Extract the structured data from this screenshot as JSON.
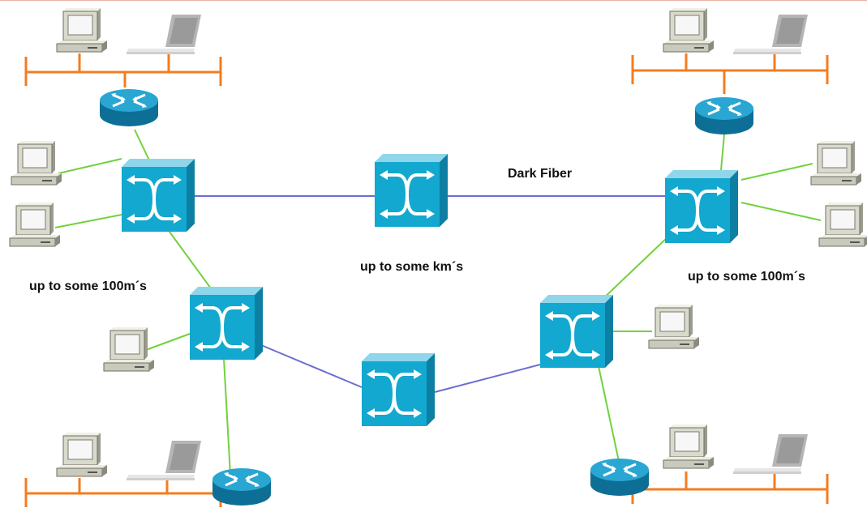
{
  "labels": {
    "dark_fiber": "Dark Fiber",
    "center_distance": "up to some km´s",
    "left_distance": "up to some 100m´s",
    "right_distance": "up to some 100m´s"
  },
  "colors": {
    "trunk_link": "#6a6fcf",
    "access_link": "#72d13e",
    "lan_bus": "#f47c20",
    "switch_face": "#12a8cf",
    "router_face": "#1c8fba"
  }
}
